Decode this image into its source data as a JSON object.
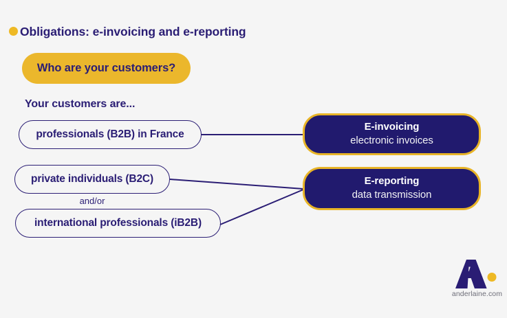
{
  "header": {
    "bullet_icon": "yellow-dot-icon",
    "title": "Obligations: e-invoicing and e-reporting"
  },
  "banner": {
    "label": "Who are your customers?",
    "background_color": "#ebb72c",
    "text_color": "#2a1d74"
  },
  "subheading": {
    "text": "Your customers are..."
  },
  "customer_options": [
    {
      "id": "b2b",
      "label": "professionals (B2B) in France"
    },
    {
      "id": "b2c",
      "label": "private individuals (B2C)"
    },
    {
      "id": "ib2b",
      "label": "international professionals (iB2B)"
    }
  ],
  "connector_note": {
    "text": "and/or"
  },
  "outcomes": [
    {
      "id": "e-invoicing",
      "title": "E-invoicing",
      "subtitle": "electronic invoices",
      "background_color": "#211a6e",
      "border_color": "#e8b427"
    },
    {
      "id": "e-reporting",
      "title": "E-reporting",
      "subtitle": "data transmission",
      "background_color": "#211a6e",
      "border_color": "#e8b427"
    }
  ],
  "connections": [
    {
      "from": "b2b",
      "to": "e-invoicing"
    },
    {
      "from": "b2c",
      "to": "e-reporting"
    },
    {
      "from": "ib2b",
      "to": "e-reporting"
    }
  ],
  "logo": {
    "mark": "letter-a-with-dot",
    "domain": "anderlaine.com",
    "mark_color": "#2a1d74",
    "dot_color": "#eeb925",
    "domain_color": "#6d6d78"
  },
  "theme": {
    "background": "#f5f5f5",
    "navy": "#2a1d74",
    "deep_navy": "#211a6e",
    "gold": "#e8b427"
  }
}
